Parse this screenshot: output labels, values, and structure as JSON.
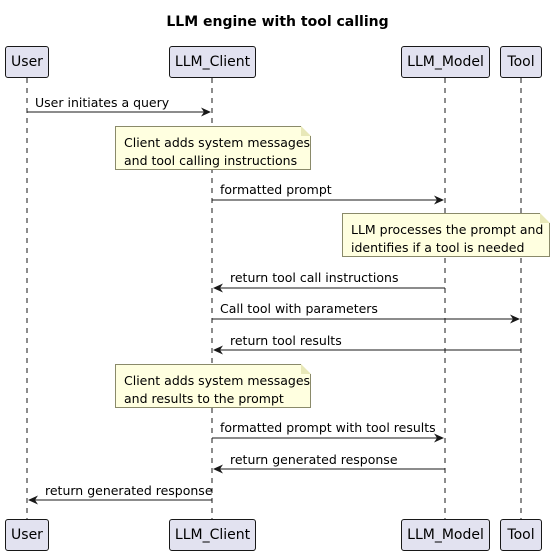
{
  "title": "LLM engine with tool calling",
  "participants": {
    "user": "User",
    "client": "LLM_Client",
    "model": "LLM_Model",
    "tool": "Tool"
  },
  "messages": [
    "User initiates a query",
    "formatted prompt",
    "return tool call instructions",
    "Call tool with parameters",
    "return tool results",
    "formatted prompt with tool results",
    "return generated response",
    "return generated response"
  ],
  "notes": [
    {
      "line1": "Client adds system messages",
      "line2": "and tool calling instructions"
    },
    {
      "line1": "LLM processes the prompt and",
      "line2": "identifies if a tool is needed"
    },
    {
      "line1": "Client adds system messages",
      "line2": "and results to the prompt"
    }
  ]
}
